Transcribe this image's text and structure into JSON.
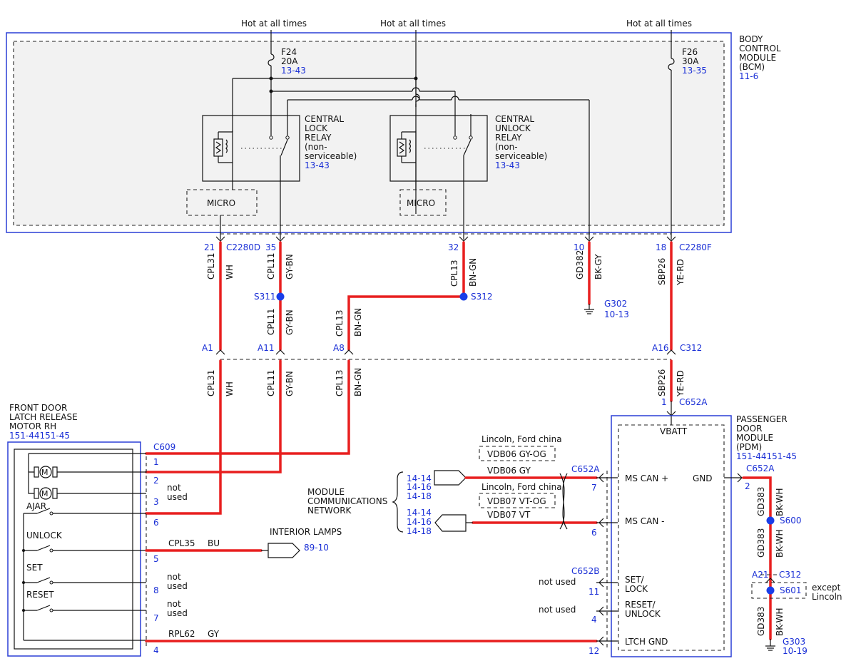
{
  "power": {
    "hot1": "Hot at all times",
    "hot2": "Hot at all times",
    "hot3": "Hot at all times"
  },
  "bcm": {
    "line1": "BODY",
    "line2": "CONTROL",
    "line3": "MODULE",
    "line4": "(BCM)",
    "ref": "11-6"
  },
  "fuses": {
    "f24_name": "F24",
    "f24_amp": "20A",
    "f24_ref": "13-43",
    "f26_name": "F26",
    "f26_amp": "30A",
    "f26_ref": "13-35"
  },
  "relays": {
    "lock": {
      "l1": "CENTRAL",
      "l2": "LOCK",
      "l3": "RELAY",
      "l4": "(non-",
      "l5": "serviceable)",
      "ref": "13-43"
    },
    "unlock": {
      "l1": "CENTRAL",
      "l2": "UNLOCK",
      "l3": "RELAY",
      "l4": "(non-",
      "l5": "serviceable)",
      "ref": "13-43"
    },
    "micro1": "MICRO",
    "micro2": "MICRO"
  },
  "bcm_pins": {
    "p21": "21",
    "c2280d": "C2280D",
    "p35": "35",
    "p32": "32",
    "p10": "10",
    "p18": "18",
    "c2280f": "C2280F"
  },
  "wires": {
    "w1_circuit": "CPL31",
    "w1_color": "WH",
    "w2_circuit": "CPL11",
    "w2_color": "GY-BN",
    "w3_circuit": "CPL13",
    "w3_color": "BN-GN",
    "w4_circuit": "GD382",
    "w4_color": "BK-GY",
    "w5_circuit": "SBP26",
    "w5_color": "YE-RD",
    "w2b_circuit": "CPL11",
    "w2b_color": "GY-BN",
    "w3b_circuit": "CPL13",
    "w3b_color": "BN-GN",
    "w1c_circuit": "CPL31",
    "w1c_color": "WH",
    "w2c_circuit": "CPL11",
    "w2c_color": "GY-BN",
    "w3c_circuit": "CPL13",
    "w3c_color": "BN-GN",
    "w5c_circuit": "SBP26",
    "w5c_color": "YE-RD"
  },
  "splices": {
    "s311": "S311",
    "s312": "S312",
    "s600": "S600",
    "s601": "S601"
  },
  "grounds": {
    "g302": "G302",
    "g302_ref": "10-13",
    "g303": "G303",
    "g303_ref": "10-19"
  },
  "c312": {
    "a1": "A1",
    "a11": "A11",
    "a8": "A8",
    "a16": "A16",
    "name": "C312",
    "a21": "A21",
    "name2": "C312"
  },
  "latch": {
    "l1": "FRONT DOOR",
    "l2": "LATCH RELEASE",
    "l3": "MOTOR RH",
    "ref": "151-44151-45",
    "conn": "C609",
    "pin1": "1",
    "pin2": "2",
    "pin3": "3",
    "pin6": "6",
    "pin5": "5",
    "pin8": "8",
    "pin7": "7",
    "pin4": "4",
    "notused3a": "not",
    "notused3b": "used",
    "notused8a": "not",
    "notused8b": "used",
    "notused7a": "not",
    "notused7b": "used",
    "ajar": "AJAR",
    "unlock": "UNLOCK",
    "set": "SET",
    "reset": "RESET"
  },
  "lamps": {
    "title": "INTERIOR LAMPS",
    "circuit": "CPL35",
    "color": "BU",
    "ref": "89-10"
  },
  "rpl": {
    "circuit": "RPL62",
    "color": "GY"
  },
  "network": {
    "l1": "MODULE",
    "l2": "COMMUNICATIONS",
    "l3": "NETWORK",
    "refs_a": [
      "14-14",
      "14-16",
      "14-18"
    ],
    "refs_b": [
      "14-14",
      "14-16",
      "14-18"
    ],
    "variant1_label": "Lincoln, Ford china",
    "variant1_wire": "VDB06  GY-OG",
    "wire1": "VDB06  GY",
    "variant2_label": "Lincoln, Ford china",
    "variant2_wire": "VDB07  VT-OG",
    "wire2": "VDB07  VT"
  },
  "pdm": {
    "l1": "PASSENGER",
    "l2": "DOOR",
    "l3": "MODULE",
    "l4": "(PDM)",
    "ref": "151-44151-45",
    "vbatt": "VBATT",
    "mscanp": "MS CAN +",
    "mscann": "MS CAN -",
    "gnd": "GND",
    "set1": "SET/",
    "set2": "LOCK",
    "reset1": "RESET/",
    "reset2": "UNLOCK",
    "ltch": "LTCH GND",
    "c652a_top_pin": "1",
    "c652a_top": "C652A",
    "c652a_mid": "C652A",
    "p7": "7",
    "p6": "6",
    "c652b": "C652B",
    "p11": "11",
    "p4": "4",
    "p12": "12",
    "notused11": "not used",
    "notused4": "not used",
    "gnd_conn": "C652A",
    "gnd_pin": "2",
    "gd383a": "GD383",
    "bkwh_a": "BK-WH",
    "gd383b": "GD383",
    "bkwh_b": "BK-WH",
    "gd383c": "GD383",
    "bkwh_c": "BK-WH",
    "except1": "except",
    "except2": "Lincoln"
  }
}
